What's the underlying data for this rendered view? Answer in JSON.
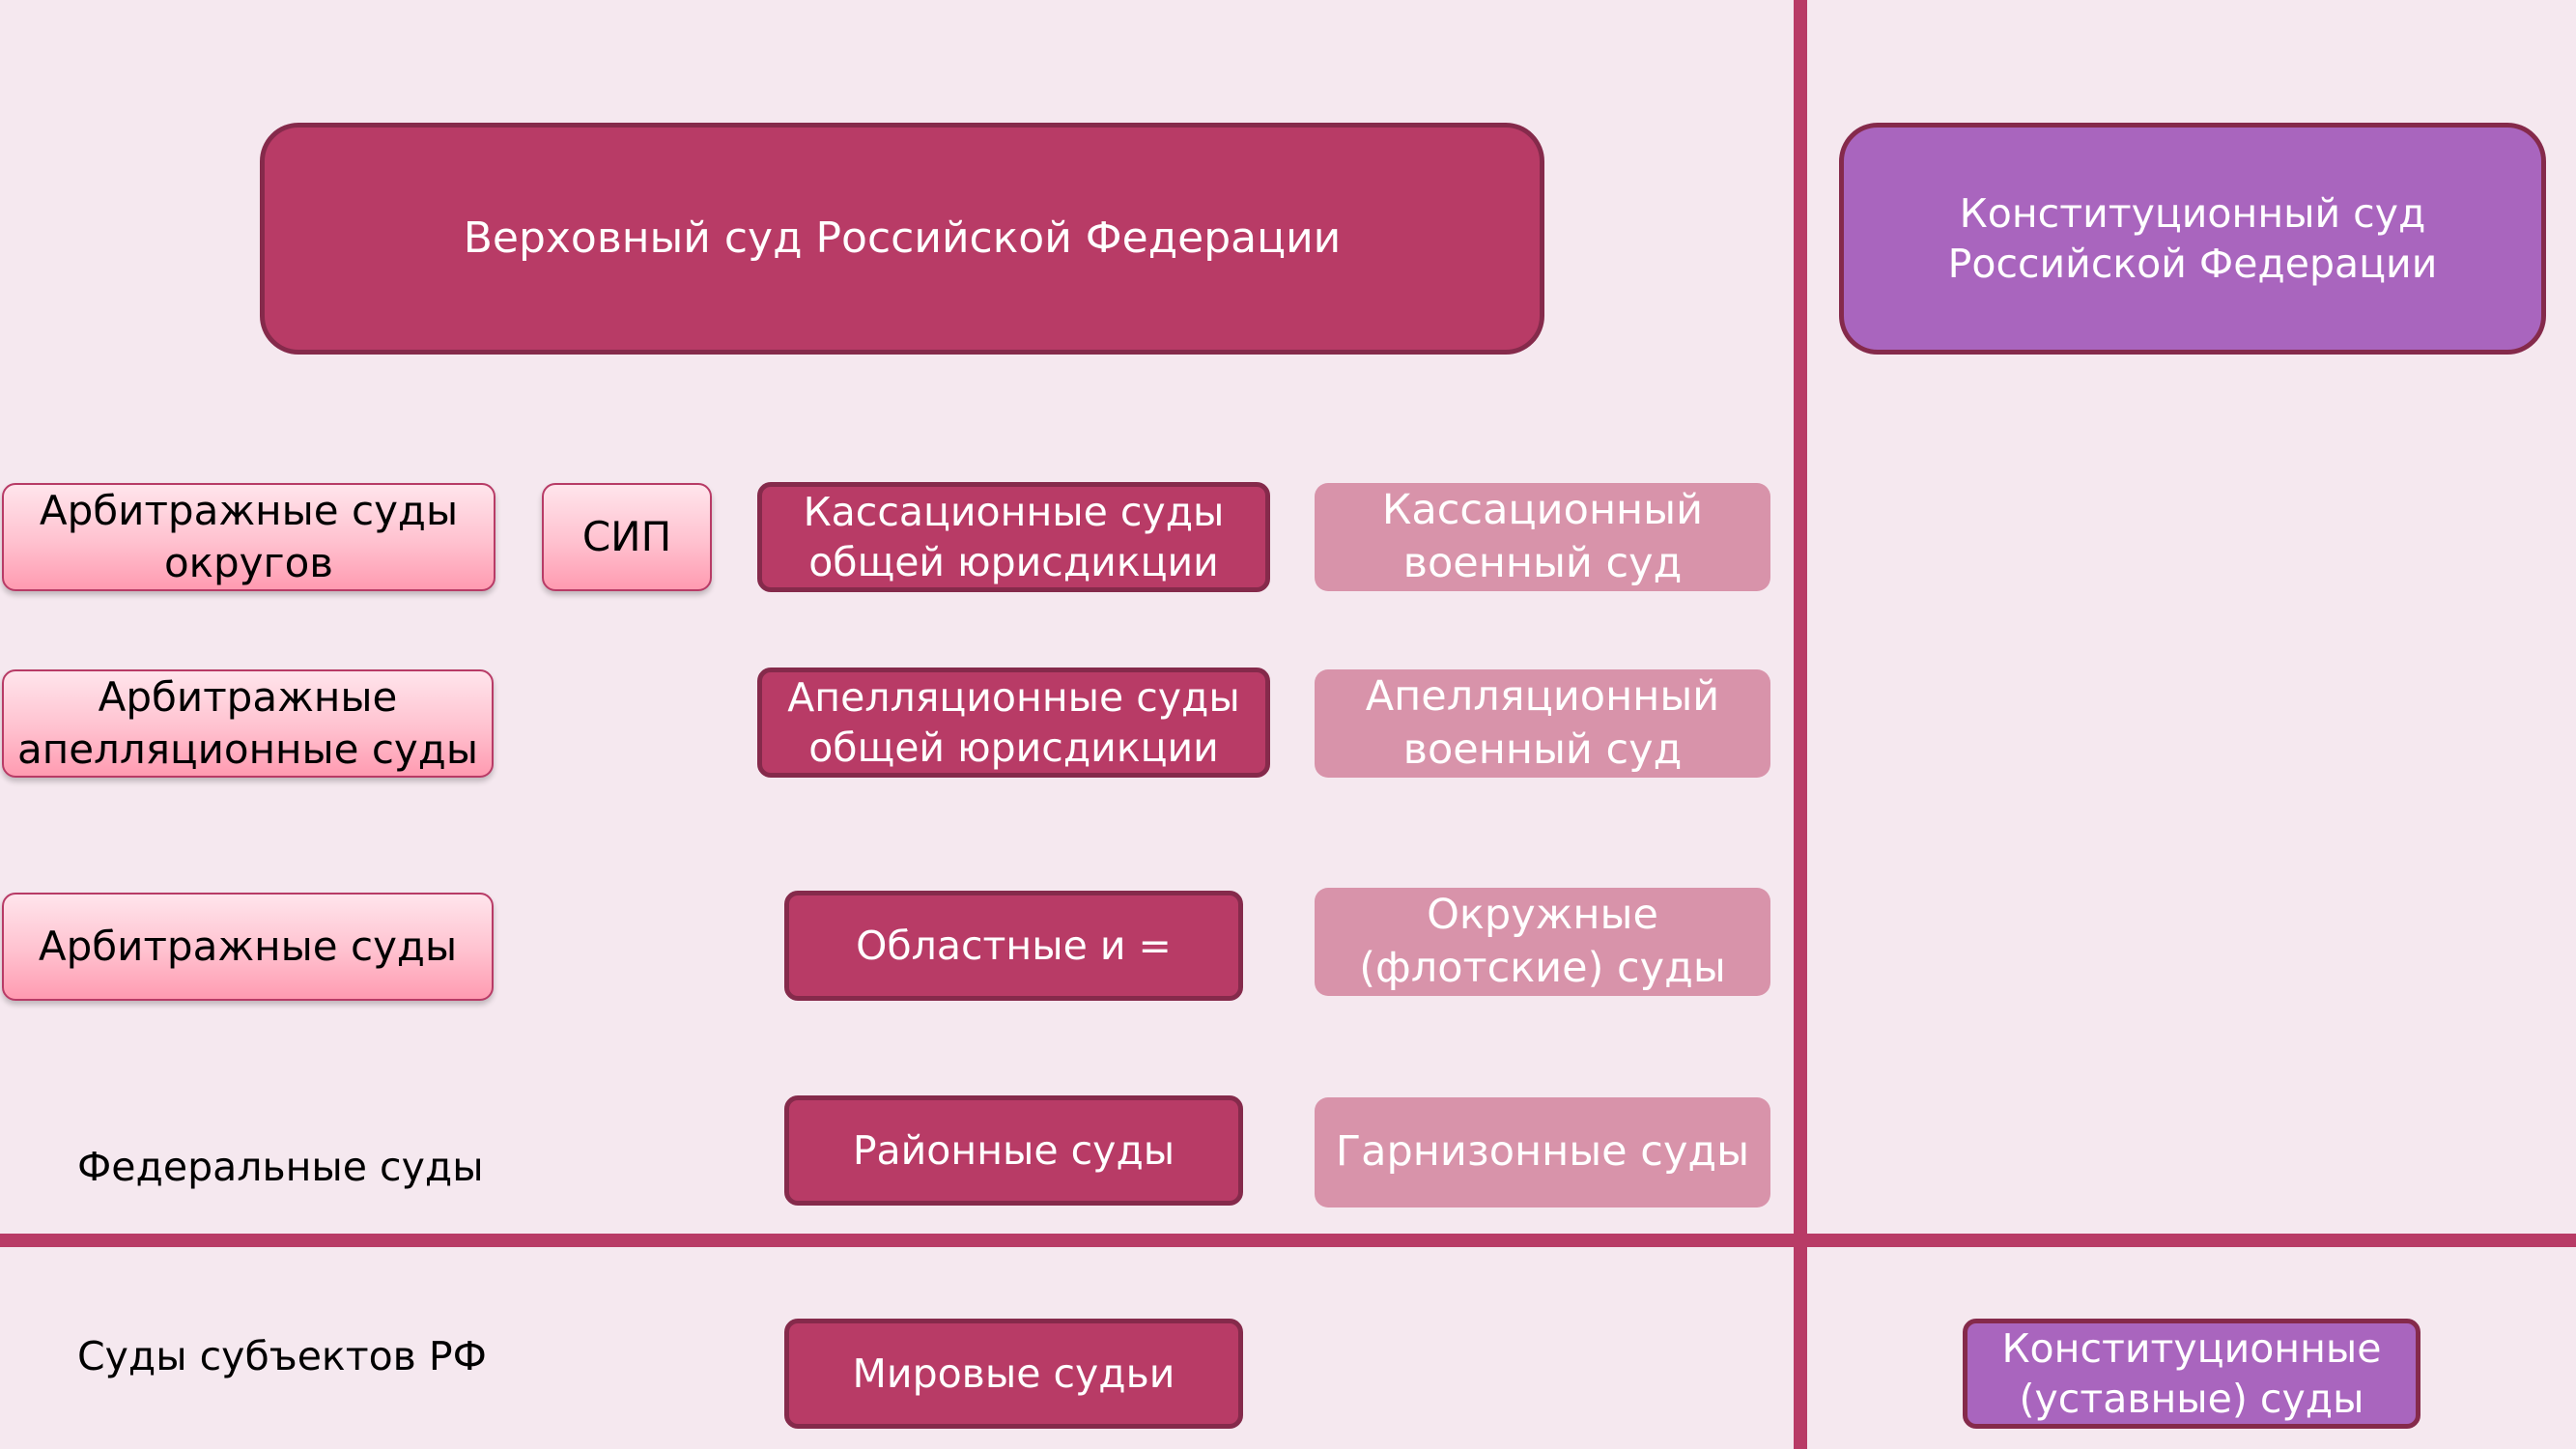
{
  "top": {
    "supreme_court": "Верховный суд Российской Федерации",
    "constitutional_court": "Конституционный суд\nРоссийской Федерации"
  },
  "arbitration": {
    "district": "Арбитражные суды\nокругов",
    "sip": "СИП",
    "appellate": "Арбитражные\nапелляционные суды",
    "courts": "Арбитражные суды"
  },
  "general": {
    "cassation": "Кассационные суды\nобщей юрисдикции",
    "appeal": "Апелляционные суды\nобщей юрисдикции",
    "regional": "Областные и =",
    "district": "Районные суды",
    "magistrates": "Мировые судьи"
  },
  "military": {
    "cassation": "Кассационный\nвоенный суд",
    "appeal": "Апелляционный\nвоенный суд",
    "district": "Окружные\n(флотские) суды",
    "garrison": "Гарнизонные суды"
  },
  "subjects": {
    "constitutional": "Конституционные\n(уставные) суды"
  },
  "labels": {
    "federal": "Федеральные суды",
    "subjects": "Суды субъектов РФ"
  },
  "colors": {
    "accent": "#b83b66",
    "border_dark": "#852a4b",
    "violet": "#a965be",
    "pale": "#d893aa",
    "background": "#f5e8ef"
  }
}
